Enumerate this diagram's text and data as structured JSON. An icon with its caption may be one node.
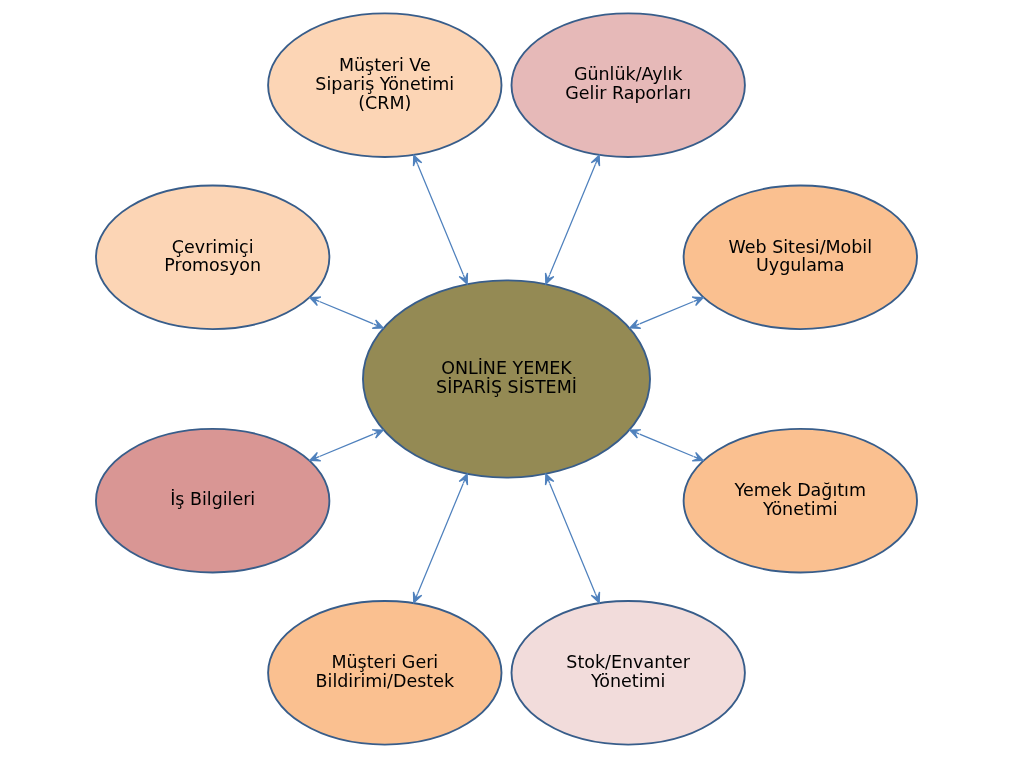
{
  "diagram": {
    "nodes": [
      {
        "text": [
          "ONLİNE YEMEK SİPARİŞ SİSTEMİ"
        ]
      },
      {
        "text": [
          "Web Sitesi/Mobil Uygulama"
        ]
      },
      {
        "text": [
          "Günlük/Aylık Gelir Raporları"
        ]
      },
      {
        "text": [
          "Müşteri Ve Sipariş Yönetimi (CRM)"
        ]
      },
      {
        "text": [
          "Çevrimiçi Promosyon"
        ]
      },
      {
        "text": [
          "İş Bilgileri"
        ]
      },
      {
        "text": [
          "Müşteri Geri Bildirimi/Destek"
        ]
      },
      {
        "text": [
          "Stok/Envanter Yönetimi"
        ]
      },
      {
        "text": [
          "Yemek Dağıtım Yönetimi"
        ]
      }
    ],
    "edges": [
      {
        "from": 0,
        "to": 1,
        "arrow": "both"
      },
      {
        "from": 0,
        "to": 3,
        "arrow": "both"
      },
      {
        "from": 0,
        "to": 5,
        "arrow": "both"
      },
      {
        "from": 0,
        "to": 7,
        "arrow": "both"
      },
      {
        "from": 0,
        "to": 8,
        "arrow": "both"
      },
      {
        "from": 0,
        "to": 6,
        "arrow": "both"
      },
      {
        "from": 0,
        "to": 4,
        "arrow": "both"
      },
      {
        "from": 0,
        "to": 2,
        "arrow": "both"
      }
    ]
  }
}
